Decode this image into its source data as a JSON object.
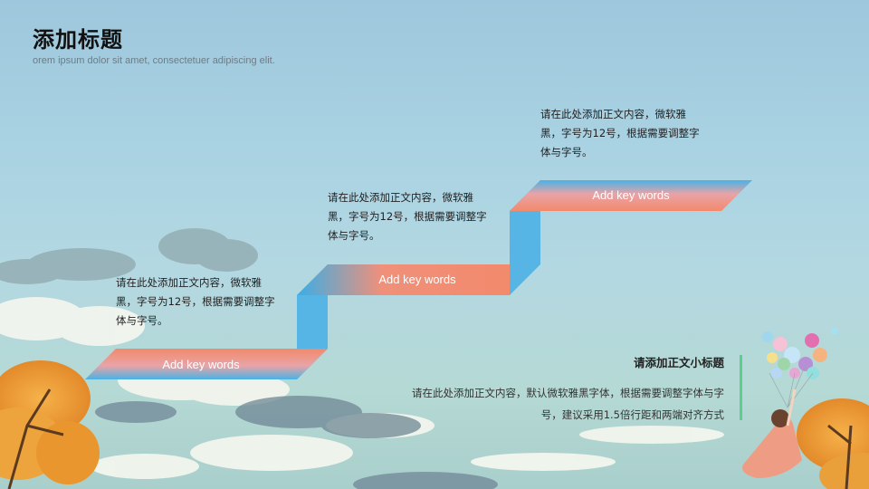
{
  "header": {
    "title": "添加标题",
    "subtitle": "orem ipsum dolor sit amet, consectetuer adipiscing elit."
  },
  "steps": [
    {
      "label": "Add key words",
      "text": "请在此处添加正文内容，微软雅黑，字号为12号，根据需要调整字体与字号。"
    },
    {
      "label": "Add key words",
      "text": "请在此处添加正文内容，微软雅黑，字号为12号，根据需要调整字体与字号。"
    },
    {
      "label": "Add key words",
      "text": "请在此处添加正文内容，微软雅黑，字号为12号，根据需要调整字体与字号。"
    }
  ],
  "note": {
    "title": "请添加正文小标题",
    "body": "请在此处添加正文内容，默认微软雅黑字体，根据需要调整字体与字号，建议采用1.5倍行距和两端对齐方式"
  },
  "colors": {
    "ribbon_blue": "#4ab2e6",
    "ribbon_coral": "#f28a6c",
    "accent_green": "#5bd08a"
  }
}
